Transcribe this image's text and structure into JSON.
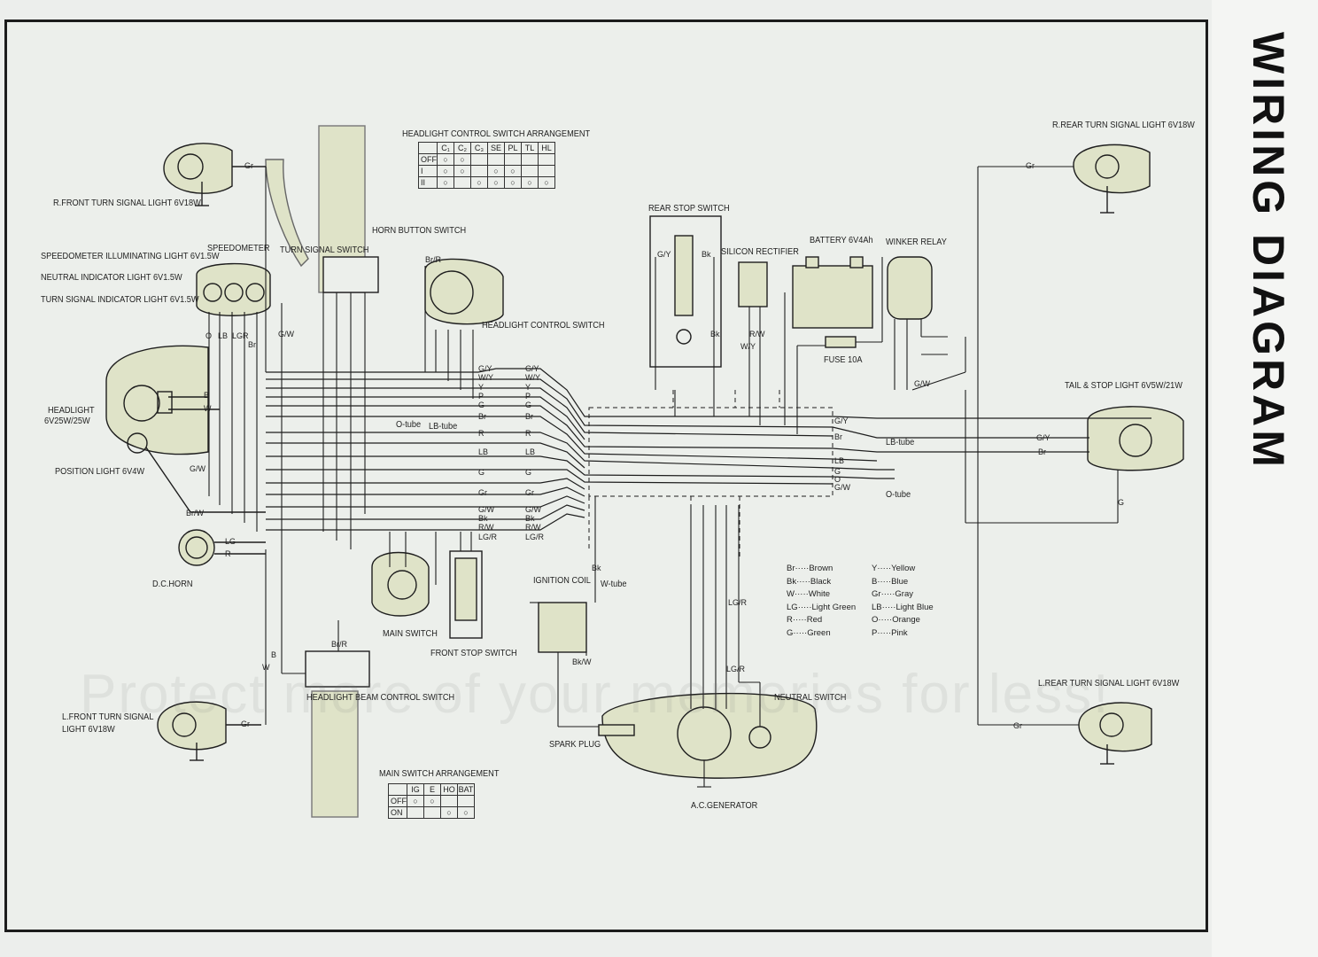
{
  "title_vertical": "WIRING DIAGRAM",
  "watermark": "Protect more of your memories for less!",
  "component_labels": {
    "r_front_turn": "R.FRONT TURN SIGNAL LIGHT 6V18W",
    "speedometer": "SPEEDOMETER",
    "speedo_illum": "SPEEDOMETER ILLUMINATING LIGHT 6V1.5W",
    "neutral_ind": "NEUTRAL INDICATOR LIGHT 6V1.5W",
    "turn_ind": "TURN SIGNAL INDICATOR LIGHT 6V1.5W",
    "headlight_1": "HEADLIGHT",
    "headlight_2": "6V25W/25W",
    "position_light": "POSITION LIGHT 6V4W",
    "dc_horn": "D.C.HORN",
    "l_front_turn_1": "L.FRONT TURN SIGNAL",
    "l_front_turn_2": "LIGHT 6V18W",
    "turn_signal_switch": "TURN SIGNAL SWITCH",
    "horn_button_switch": "HORN BUTTON SWITCH",
    "headlight_ctrl_arr": "HEADLIGHT CONTROL SWITCH ARRANGEMENT",
    "headlight_ctrl_switch": "HEADLIGHT CONTROL SWITCH",
    "main_switch": "MAIN SWITCH",
    "front_stop_switch": "FRONT STOP SWITCH",
    "headlight_beam_switch": "HEADLIGHT BEAM CONTROL SWITCH",
    "main_switch_arr": "MAIN SWITCH ARRANGEMENT",
    "rear_stop_switch": "REAR STOP SWITCH",
    "silicon_rectifier": "SILICON RECTIFIER",
    "battery": "BATTERY 6V4Ah",
    "winker_relay": "WINKER RELAY",
    "fuse": "FUSE 10A",
    "ignition_coil": "IGNITION COIL",
    "spark_plug": "SPARK PLUG",
    "neutral_switch": "NEUTRAL SWITCH",
    "ac_generator": "A.C.GENERATOR",
    "r_rear_turn": "R.REAR TURN SIGNAL LIGHT 6V18W",
    "tail_stop": "TAIL & STOP LIGHT 6V5W/21W",
    "l_rear_turn": "L.REAR TURN SIGNAL LIGHT 6V18W",
    "o_tube": "O-tube",
    "lb_tube": "LB-tube",
    "lb_tube_r": "LB-tube",
    "o_tube_r": "O-tube",
    "w_tube": "W-tube"
  },
  "headlight_table": {
    "headers": [
      "C₁",
      "C₂",
      "C₃",
      "SE",
      "PL",
      "TL",
      "HL"
    ],
    "rows": [
      "OFF",
      "I",
      "II"
    ]
  },
  "main_table": {
    "headers": [
      "IG",
      "E",
      "HO",
      "BAT"
    ],
    "rows": [
      "OFF",
      "ON"
    ]
  },
  "color_legend": [
    {
      "code": "Br",
      "name": "Brown"
    },
    {
      "code": "Bk",
      "name": "Black"
    },
    {
      "code": "W",
      "name": "White"
    },
    {
      "code": "LG",
      "name": "Light Green"
    },
    {
      "code": "R",
      "name": "Red"
    },
    {
      "code": "G",
      "name": "Green"
    },
    {
      "code": "Y",
      "name": "Yellow"
    },
    {
      "code": "B",
      "name": "Blue"
    },
    {
      "code": "Gr",
      "name": "Gray"
    },
    {
      "code": "LB",
      "name": "Light Blue"
    },
    {
      "code": "O",
      "name": "Orange"
    },
    {
      "code": "P",
      "name": "Pink"
    }
  ],
  "harness_wires": [
    "G/Y",
    "W/Y",
    "Y",
    "P",
    "G",
    "Br",
    "R",
    "LB",
    "G",
    "Gr",
    "G/W",
    "Bk",
    "R/W",
    "LG/R"
  ],
  "tail_wires": [
    "G/Y",
    "Br",
    "LB",
    "G",
    "O",
    "G/W"
  ],
  "misc_wire_labels": {
    "gr1": "Gr",
    "gr2": "Gr",
    "gr3": "Gr",
    "gr4": "Gr",
    "lg": "LG",
    "r": "R",
    "brw": "Br/W",
    "gw": "G/W",
    "b": "B",
    "w": "W",
    "w2": "W",
    "b2": "B",
    "brr": "Br/R",
    "brr2": "Br/R",
    "gy": "G/Y",
    "bk": "Bk",
    "rw": "R/W",
    "wy": "W/Y",
    "bk2": "Bk",
    "bk3": "Bk",
    "gw2": "G/W",
    "g": "G",
    "lgr": "LG/R",
    "lgr2": "LG/R",
    "bkw": "Bk/W",
    "o1": "O",
    "lb1": "LB",
    "lg1": "LG",
    "r1": "R",
    "br1": "Br",
    "gw1": "G/W"
  },
  "colors": {
    "paper": "#ecefeb",
    "component_fill": "#dfe3c8",
    "line": "#1e1e1e"
  }
}
